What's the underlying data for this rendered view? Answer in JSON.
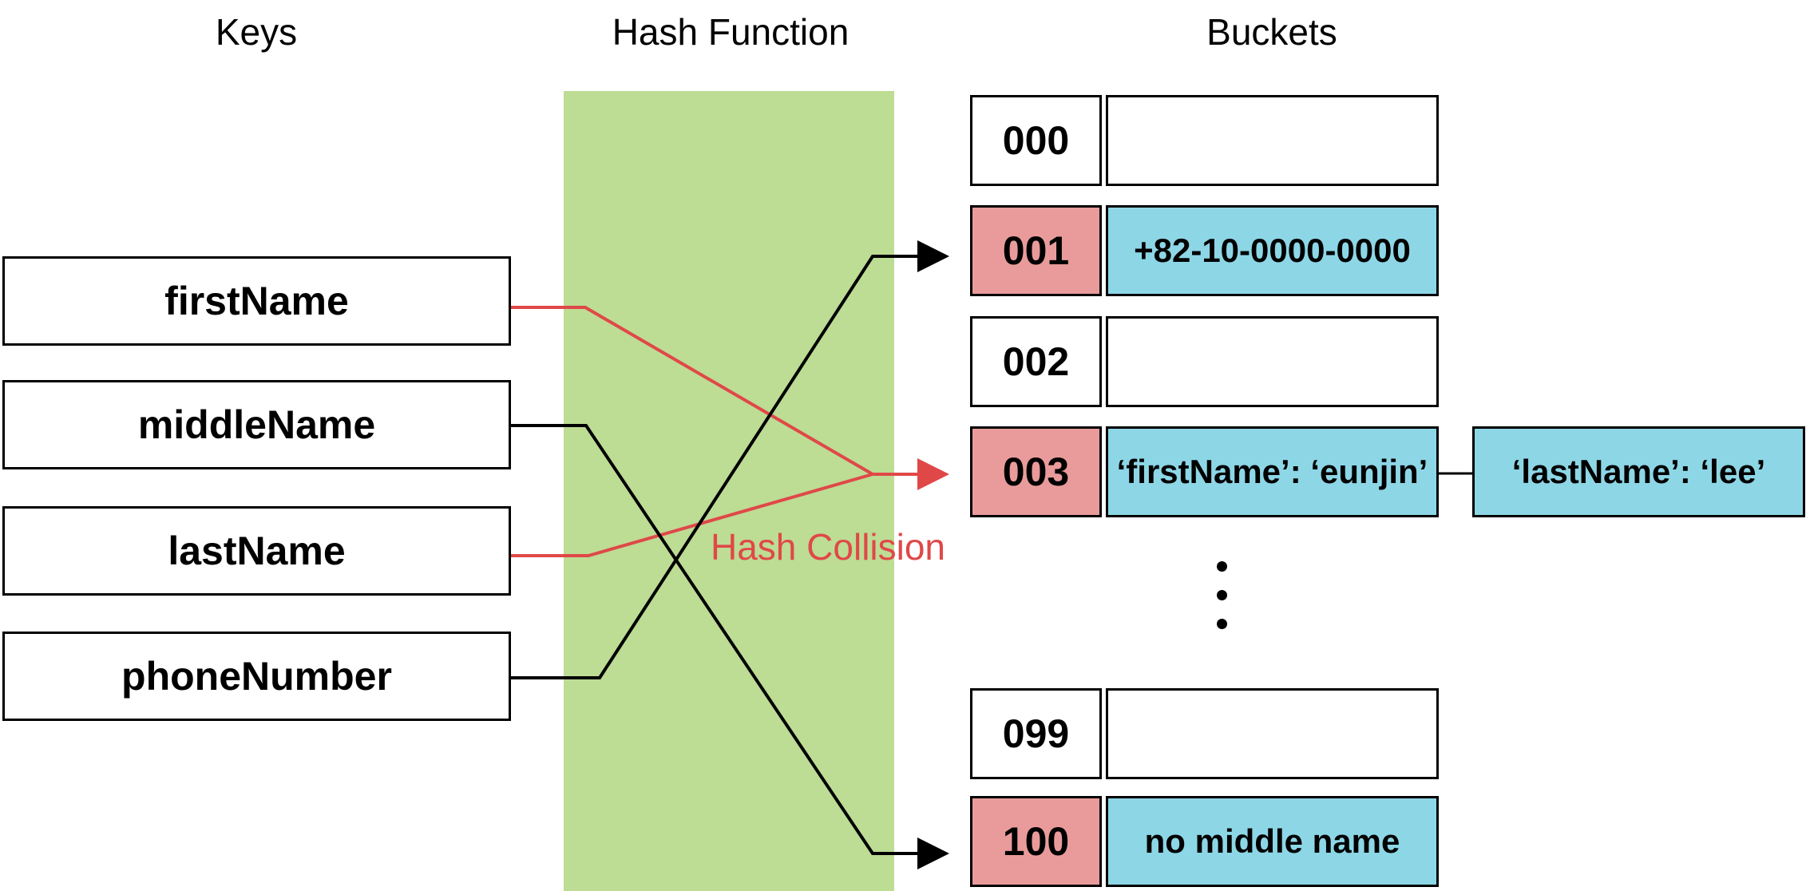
{
  "titles": {
    "keys": "Keys",
    "hash_function": "Hash Function",
    "buckets": "Buckets"
  },
  "keys": [
    "firstName",
    "middleName",
    "lastName",
    "phoneNumber"
  ],
  "buckets": [
    {
      "index": "000",
      "value": "",
      "filled": false
    },
    {
      "index": "001",
      "value": "+82-10-0000-0000",
      "filled": true
    },
    {
      "index": "002",
      "value": "",
      "filled": false
    },
    {
      "index": "003",
      "value": "‘firstName’: ‘eunjin’",
      "filled": true
    },
    {
      "index": "099",
      "value": "",
      "filled": false
    },
    {
      "index": "100",
      "value": "no middle name",
      "filled": true
    }
  ],
  "chained_entry": "‘lastName’: ‘lee’",
  "collision_label": "Hash Collision",
  "colors": {
    "hash_band": "#bddc94",
    "filled_index": "#e99b9b",
    "filled_value": "#8dd6e6",
    "collision": "#e04848",
    "mapping": "#000000"
  }
}
